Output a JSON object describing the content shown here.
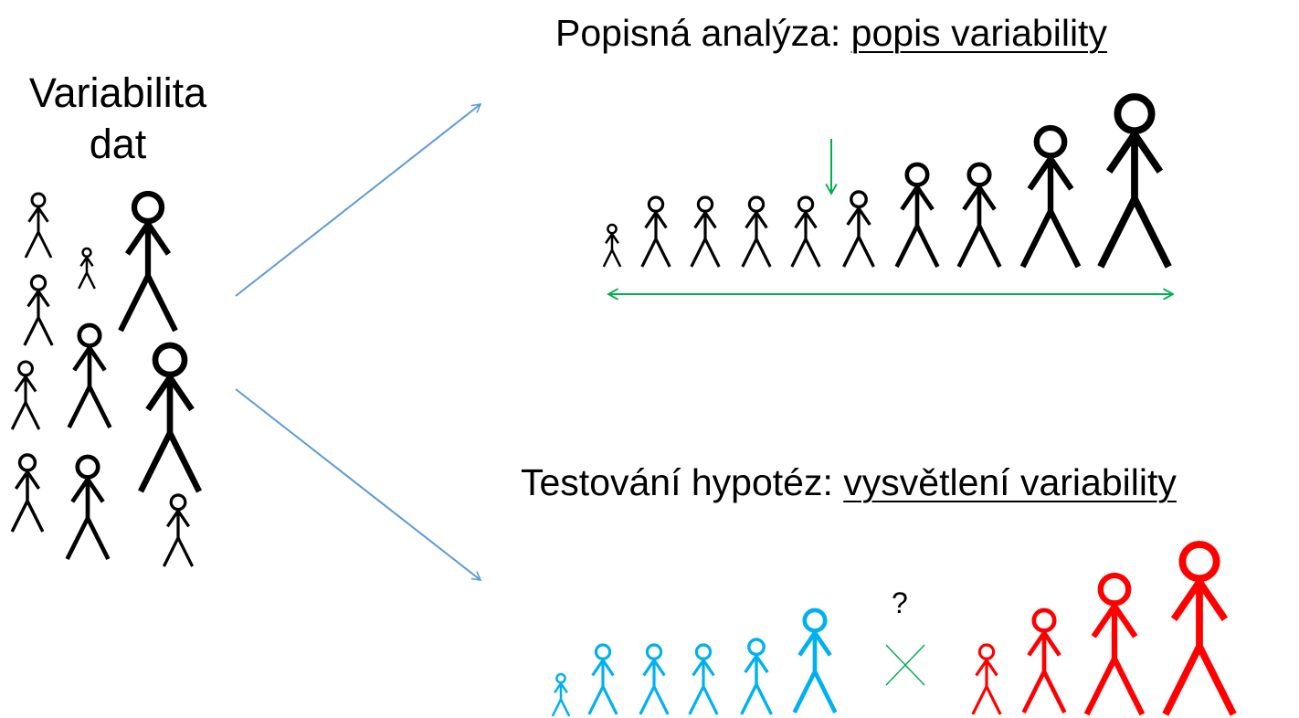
{
  "left_title": {
    "line1": "Variabilita",
    "line2": "dat"
  },
  "top_section": {
    "prefix": "Popisná analýza: ",
    "emphasis": "popis variability"
  },
  "bottom_section": {
    "prefix": "Testování hypotéz: ",
    "emphasis": "vysvětlení  variability"
  },
  "comparison_mark": "?",
  "colors": {
    "figure_default": "#000000",
    "group_a": "#00b0f0",
    "group_b": "#ff0000",
    "connector_arrow": "#5b9bd5",
    "range_marker": "#00b050"
  },
  "icons": {
    "person": "stick-figure-icon",
    "versus": "cross-icon",
    "pointer": "arrow-down-icon",
    "range": "double-arrow-icon"
  }
}
